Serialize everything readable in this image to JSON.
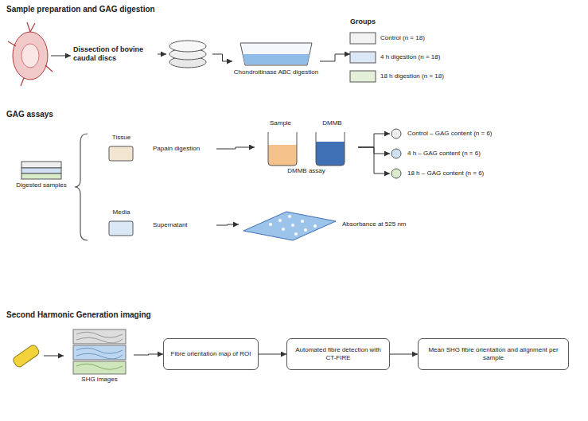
{
  "diagram": {
    "nodes": [
      {
        "text": [
          "Dissection of bovine caudal discs"
        ]
      },
      {
        "text": [
          "Chondroitinase ABC digestion"
        ]
      },
      {
        "text": [
          "Groups"
        ]
      },
      {
        "text": [
          "Control (n = 18)"
        ],
        "in": 2
      },
      {
        "text": [
          "4 h digestion (n = 18)"
        ],
        "in": 2
      },
      {
        "text": [
          "18 h digestion (n = 18)"
        ],
        "in": 2
      },
      {
        "text": [
          "Digested samples"
        ]
      },
      {
        "text": [
          "Tissue"
        ]
      },
      {
        "text": [
          "Papain digestion"
        ]
      },
      {
        "text": [
          "Sample",
          "DMMB",
          "DMMB assay"
        ]
      },
      {
        "text": [
          "Control – GAG content (n = 6)"
        ]
      },
      {
        "text": [
          "4 h – GAG content (n = 6)"
        ]
      },
      {
        "text": [
          "18 h – GAG content (n = 6)"
        ]
      },
      {
        "text": [
          "Media"
        ]
      },
      {
        "text": [
          "Supernatant"
        ]
      },
      {
        "text": [
          "Absorbance at 525 nm"
        ]
      },
      {
        "text": [
          "SHG images"
        ]
      },
      {
        "text": [
          "Fibre orientation map of ROI"
        ]
      },
      {
        "text": [
          "Automated fibre detection with CT-FIRE"
        ]
      },
      {
        "text": [
          "Mean SHG fibre orientation and alignment per sample"
        ]
      }
    ],
    "edges": [
      {
        "from": 0,
        "to": 1,
        "arrow": "to"
      },
      {
        "from": 1,
        "to": 2,
        "arrow": "to"
      },
      {
        "from": 8,
        "to": 9,
        "arrow": "to"
      },
      {
        "from": 9,
        "to": 10,
        "arrow": "to"
      },
      {
        "from": 9,
        "to": 11,
        "arrow": "to"
      },
      {
        "from": 9,
        "to": 12,
        "arrow": "to"
      },
      {
        "from": 14,
        "to": 15,
        "arrow": "to"
      },
      {
        "from": 16,
        "to": 17,
        "arrow": "to"
      },
      {
        "from": 17,
        "to": 18,
        "arrow": "to"
      },
      {
        "from": 18,
        "to": 19,
        "arrow": "to"
      }
    ],
    "labels": [
      "Sample preparation and GAG digestion",
      "GAG assays",
      "Second Harmonic Generation imaging"
    ]
  }
}
